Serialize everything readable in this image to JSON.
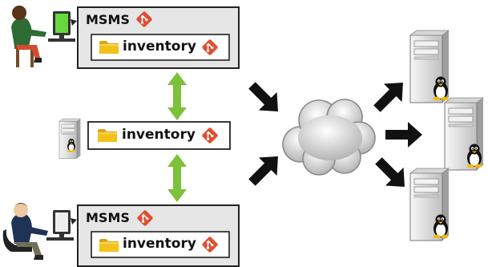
{
  "diagram": {
    "nodes": [
      {
        "id": "top-msms",
        "title": "MSMS",
        "repo": "inventory"
      },
      {
        "id": "middle-repo",
        "repo": "inventory"
      },
      {
        "id": "bottom-msms",
        "title": "MSMS",
        "repo": "inventory"
      }
    ],
    "colors": {
      "git": "#e0502f",
      "folder": "#f2c21a",
      "sync_arrow": "#7cc13a",
      "flow_arrow": "#111111",
      "panel_fill": "#e6e6e6",
      "panel_border": "#222222",
      "cloud": "#cfcfcf",
      "server": "#e4e4e4"
    },
    "icons": [
      "person-at-computer-icon",
      "server-icon",
      "penguin-icon",
      "folder-icon",
      "git-icon",
      "cloud-icon",
      "double-arrow-icon",
      "arrow-icon"
    ]
  }
}
